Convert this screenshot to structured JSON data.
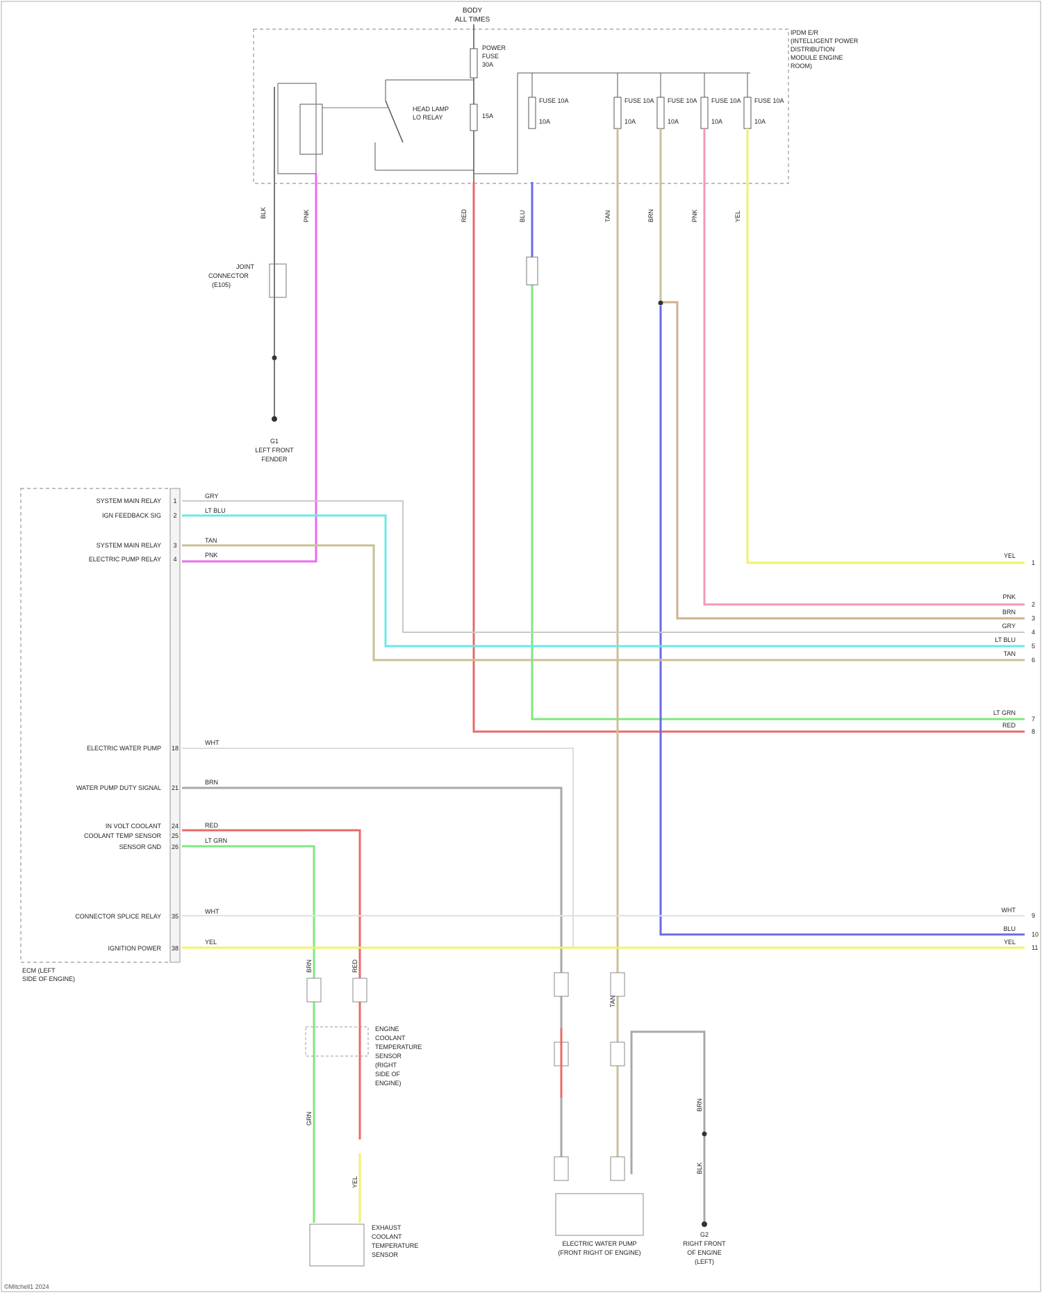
{
  "top_block": {
    "source_label": [
      "BODY",
      "ALL TIMES"
    ],
    "ipdm_label": [
      "IPDM E/R",
      "(INTELLIGENT POWER",
      "DISTRIBUTION",
      "MODULE ENGINE",
      "ROOM)"
    ],
    "relay_label": [
      "HEAD LAMP",
      "LO RELAY"
    ],
    "power_fuse_label": [
      "POWER",
      "FUSE",
      "30A"
    ],
    "fuse_15a": "15A",
    "fuses": [
      "FUSE 10A",
      "FUSE 10A",
      "FUSE 10A",
      "FUSE 10A",
      "FUSE 10A"
    ],
    "fuse_small": [
      "10A",
      "10A",
      "10A",
      "10A",
      "10A"
    ]
  },
  "ground_top": {
    "splice_label": [
      "JOINT",
      "CONNECTOR",
      "(E105)"
    ],
    "ground_label": [
      "G1",
      "LEFT FRONT",
      "FENDER"
    ]
  },
  "ecm": {
    "pins": [
      {
        "label": "SYSTEM MAIN RELAY",
        "num": "1"
      },
      {
        "label": "IGN FEEDBACK SIG",
        "num": "2"
      },
      {
        "label": "SYSTEM MAIN RELAY",
        "num": "3"
      },
      {
        "label": "ELECTRIC PUMP RELAY",
        "num": "4"
      },
      {
        "label": "ELECTRIC WATER PUMP",
        "num": "18"
      },
      {
        "label": "WATER PUMP DUTY SIGNAL",
        "num": "21"
      },
      {
        "label": "IN VOLT COOLANT",
        "num": "24"
      },
      {
        "label": "COOLANT TEMP SENSOR",
        "num": "25"
      },
      {
        "label": "SENSOR GND",
        "num": "26"
      },
      {
        "label": "CONNECTOR SPLICE RELAY",
        "num": "35"
      },
      {
        "label": "IGNITION POWER",
        "num": "38"
      }
    ],
    "name": [
      "ECM (LEFT",
      "SIDE OF ENGINE)"
    ]
  },
  "wires": {
    "top": [
      "BLK",
      "PNK",
      "RED",
      "BLU",
      "TAN",
      "BRN",
      "PNK",
      "YEL"
    ],
    "ecm": [
      "GRY",
      "LT BLU",
      "TAN",
      "PNK",
      "WHT",
      "BRN",
      "RED",
      "LT GRN",
      "WHT",
      "YEL"
    ],
    "right": [
      "YEL",
      "PNK",
      "BRN",
      "GRY",
      "LT BLU",
      "TAN",
      "LT GRN",
      "RED",
      "WHT",
      "BLU",
      "YEL"
    ],
    "bottom": [
      "BRN",
      "RED",
      "YEL",
      "GRN",
      "BRN",
      "TAN",
      "BLK"
    ]
  },
  "right_refs": [
    "1",
    "2",
    "3",
    "4",
    "5",
    "6",
    "7",
    "8",
    "9",
    "10",
    "11"
  ],
  "components": {
    "sensor": [
      "ENGINE",
      "COOLANT",
      "TEMPERATURE",
      "SENSOR",
      "(RIGHT",
      "SIDE OF",
      "ENGINE)"
    ],
    "coolant_sensor": [
      "EXHAUST",
      "COOLANT",
      "TEMPERATURE",
      "SENSOR"
    ],
    "pump": [
      "ELECTRIC WATER PUMP",
      "(FRONT RIGHT OF ENGINE)"
    ],
    "ground_bottom": [
      "G2",
      "RIGHT FRONT",
      "OF ENGINE",
      "(LEFT)"
    ]
  },
  "footer": "©Mitchell1 2024"
}
